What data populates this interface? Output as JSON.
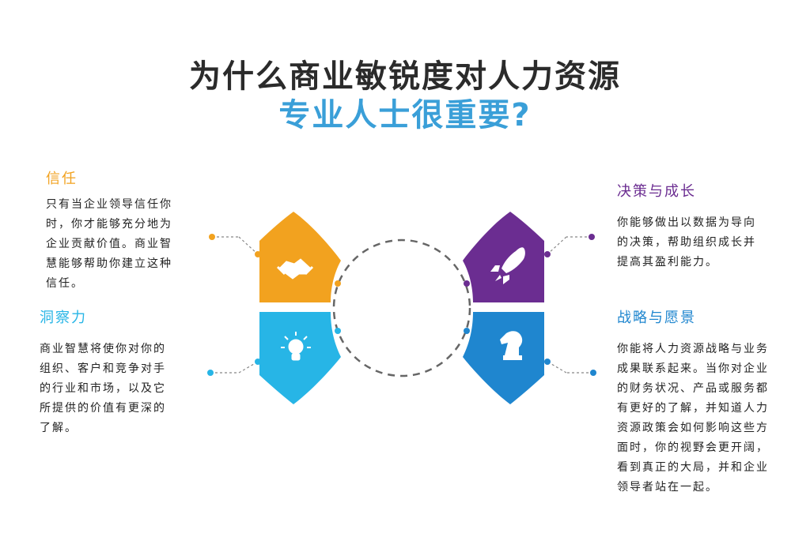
{
  "title": {
    "line1": "为什么商业敏锐度对人力资源",
    "line2": "专业人士很重要?"
  },
  "colors": {
    "title_dark": "#2b2b2b",
    "title_blue": "#3a9fd8",
    "trust": "#f2a21f",
    "insight": "#27b5e6",
    "decision": "#6b2d91",
    "strategy": "#1f86cf",
    "circle": "#666666",
    "connector": "#888888"
  },
  "sections": {
    "trust": {
      "heading": "信任",
      "text": "只有当企业领导信任你\n时，你才能够充分地为\n企业贡献价值。商业智\n慧能够帮助你建立这种\n信任。",
      "icon": "handshake-icon"
    },
    "insight": {
      "heading": "洞察力",
      "text": "商业智慧将使你对你的\n组织、客户和竞争对手\n的行业和市场，以及它\n所提供的价值有更深的\n了解。",
      "icon": "lightbulb-icon"
    },
    "decision": {
      "heading": "决策与成长",
      "text": "你能够做出以数据为导向\n的决策，帮助组织成长并\n提高其盈利能力。",
      "icon": "rocket-icon"
    },
    "strategy": {
      "heading": "战略与愿景",
      "text": "你能将人力资源战略与业务\n成果联系起来。当你对企业\n的财务状况、产品或服务都\n有更好的了解，并知道人力\n资源政策会如何影响这些方\n面时，你的视野会更开阔，\n看到真正的大局，并和企业\n领导者站在一起。",
      "icon": "chess-knight-icon"
    }
  }
}
